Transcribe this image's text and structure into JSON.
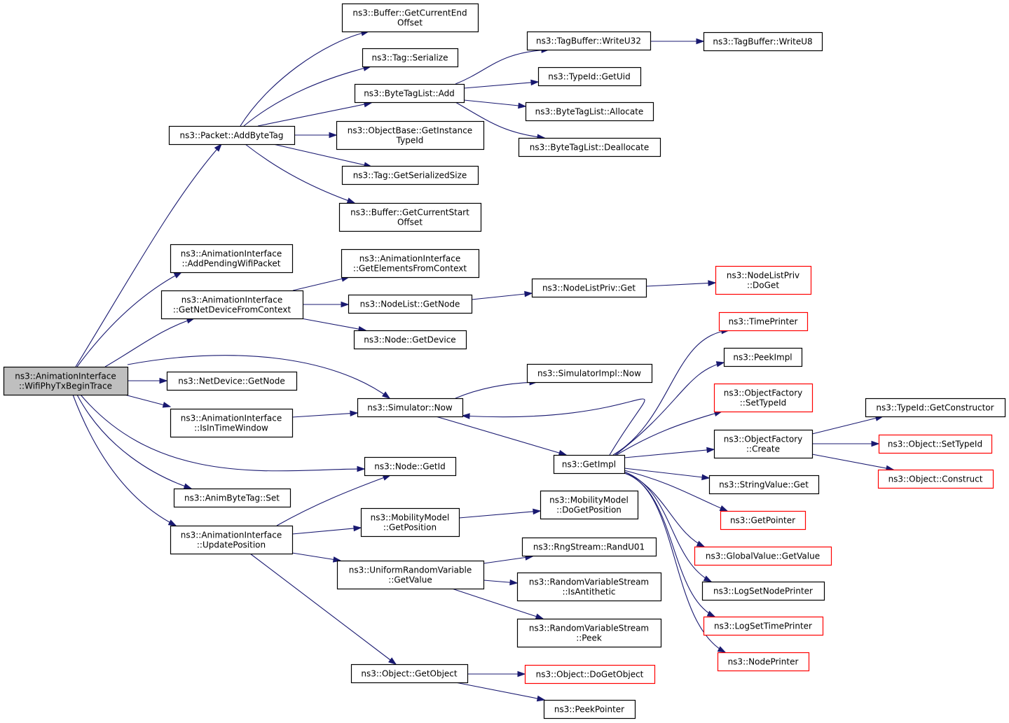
{
  "diagram": {
    "nodes": [
      {
        "id": "root",
        "lines": [
          "ns3::AnimationInterface",
          "::WifiPhyTxBeginTrace"
        ],
        "style": "root"
      },
      {
        "id": "addByteTag",
        "lines": [
          "ns3::Packet::AddByteTag"
        ]
      },
      {
        "id": "addPendingWifi",
        "lines": [
          "ns3::AnimationInterface",
          "::AddPendingWifiPacket"
        ]
      },
      {
        "id": "getNetDevFromCtx",
        "lines": [
          "ns3::AnimationInterface",
          "::GetNetDeviceFromContext"
        ]
      },
      {
        "id": "netDevGetNode",
        "lines": [
          "ns3::NetDevice::GetNode"
        ]
      },
      {
        "id": "isInTimeWindow",
        "lines": [
          "ns3::AnimationInterface",
          "::IsInTimeWindow"
        ]
      },
      {
        "id": "animByteTagSet",
        "lines": [
          "ns3::AnimByteTag::Set"
        ]
      },
      {
        "id": "updatePosition",
        "lines": [
          "ns3::AnimationInterface",
          "::UpdatePosition"
        ]
      },
      {
        "id": "bufGetCurEnd",
        "lines": [
          "ns3::Buffer::GetCurrentEnd",
          "Offset"
        ]
      },
      {
        "id": "tagSerialize",
        "lines": [
          "ns3::Tag::Serialize"
        ]
      },
      {
        "id": "byteTagListAdd",
        "lines": [
          "ns3::ByteTagList::Add"
        ]
      },
      {
        "id": "objBaseGetInstTypeId",
        "lines": [
          "ns3::ObjectBase::GetInstance",
          "TypeId"
        ]
      },
      {
        "id": "tagGetSerSize",
        "lines": [
          "ns3::Tag::GetSerializedSize"
        ]
      },
      {
        "id": "bufGetCurStart",
        "lines": [
          "ns3::Buffer::GetCurrentStart",
          "Offset"
        ]
      },
      {
        "id": "getElemFromCtx",
        "lines": [
          "ns3::AnimationInterface",
          "::GetElementsFromContext"
        ]
      },
      {
        "id": "nodeListGetNode",
        "lines": [
          "ns3::NodeList::GetNode"
        ]
      },
      {
        "id": "nodeGetDevice",
        "lines": [
          "ns3::Node::GetDevice"
        ]
      },
      {
        "id": "simNow",
        "lines": [
          "ns3::Simulator::Now"
        ]
      },
      {
        "id": "nodeGetId",
        "lines": [
          "ns3::Node::GetId"
        ]
      },
      {
        "id": "mobGetPos",
        "lines": [
          "ns3::MobilityModel",
          "::GetPosition"
        ]
      },
      {
        "id": "urvGetValue",
        "lines": [
          "ns3::UniformRandomVariable",
          "::GetValue"
        ]
      },
      {
        "id": "objGetObject",
        "lines": [
          "ns3::Object::GetObject"
        ]
      },
      {
        "id": "tagBufWriteU32",
        "lines": [
          "ns3::TagBuffer::WriteU32"
        ]
      },
      {
        "id": "typeIdGetUid",
        "lines": [
          "ns3::TypeId::GetUid"
        ]
      },
      {
        "id": "btlAllocate",
        "lines": [
          "ns3::ByteTagList::Allocate"
        ]
      },
      {
        "id": "btlDeallocate",
        "lines": [
          "ns3::ByteTagList::Deallocate"
        ]
      },
      {
        "id": "nodeListPrivGet",
        "lines": [
          "ns3::NodeListPriv::Get"
        ]
      },
      {
        "id": "simImplNow",
        "lines": [
          "ns3::SimulatorImpl::Now"
        ]
      },
      {
        "id": "getImpl",
        "lines": [
          "ns3::GetImpl"
        ]
      },
      {
        "id": "mobDoGetPos",
        "lines": [
          "ns3::MobilityModel",
          "::DoGetPosition"
        ]
      },
      {
        "id": "rngRandU01",
        "lines": [
          "ns3::RngStream::RandU01"
        ]
      },
      {
        "id": "rvsIsAntithetic",
        "lines": [
          "ns3::RandomVariableStream",
          "::IsAntithetic"
        ]
      },
      {
        "id": "rvsPeek",
        "lines": [
          "ns3::RandomVariableStream",
          "::Peek"
        ]
      },
      {
        "id": "objDoGetObject",
        "lines": [
          "ns3::Object::DoGetObject"
        ],
        "style": "red"
      },
      {
        "id": "peekPointer",
        "lines": [
          "ns3::PeekPointer"
        ]
      },
      {
        "id": "tagBufWriteU8",
        "lines": [
          "ns3::TagBuffer::WriteU8"
        ]
      },
      {
        "id": "nodeListPrivDoGet",
        "lines": [
          "ns3::NodeListPriv",
          "::DoGet"
        ],
        "style": "red"
      },
      {
        "id": "timePrinter",
        "lines": [
          "ns3::TimePrinter"
        ],
        "style": "red"
      },
      {
        "id": "peekImpl",
        "lines": [
          "ns3::PeekImpl"
        ]
      },
      {
        "id": "objFactSetTypeId",
        "lines": [
          "ns3::ObjectFactory",
          "::SetTypeId"
        ],
        "style": "red"
      },
      {
        "id": "objFactCreate",
        "lines": [
          "ns3::ObjectFactory",
          "::Create"
        ]
      },
      {
        "id": "stringValueGet",
        "lines": [
          "ns3::StringValue::Get"
        ]
      },
      {
        "id": "getPointer",
        "lines": [
          "ns3::GetPointer"
        ],
        "style": "red"
      },
      {
        "id": "globalValGetValue",
        "lines": [
          "ns3::GlobalValue::GetValue"
        ],
        "style": "red"
      },
      {
        "id": "logSetNodePrinter",
        "lines": [
          "ns3::LogSetNodePrinter"
        ]
      },
      {
        "id": "logSetTimePrinter",
        "lines": [
          "ns3::LogSetTimePrinter"
        ],
        "style": "red"
      },
      {
        "id": "nodePrinter",
        "lines": [
          "ns3::NodePrinter"
        ],
        "style": "red"
      },
      {
        "id": "typeIdGetCtor",
        "lines": [
          "ns3::TypeId::GetConstructor"
        ]
      },
      {
        "id": "objSetTypeId",
        "lines": [
          "ns3::Object::SetTypeId"
        ],
        "style": "red"
      },
      {
        "id": "objConstruct",
        "lines": [
          "ns3::Object::Construct"
        ],
        "style": "red"
      }
    ],
    "edges": [
      [
        "root",
        "addByteTag"
      ],
      [
        "root",
        "addPendingWifi"
      ],
      [
        "root",
        "getNetDevFromCtx"
      ],
      [
        "root",
        "netDevGetNode"
      ],
      [
        "root",
        "isInTimeWindow"
      ],
      [
        "root",
        "simNow"
      ],
      [
        "root",
        "nodeGetId"
      ],
      [
        "root",
        "animByteTagSet"
      ],
      [
        "root",
        "updatePosition"
      ],
      [
        "addByteTag",
        "bufGetCurEnd"
      ],
      [
        "addByteTag",
        "tagSerialize"
      ],
      [
        "addByteTag",
        "byteTagListAdd"
      ],
      [
        "addByteTag",
        "objBaseGetInstTypeId"
      ],
      [
        "addByteTag",
        "tagGetSerSize"
      ],
      [
        "addByteTag",
        "bufGetCurStart"
      ],
      [
        "byteTagListAdd",
        "tagBufWriteU32"
      ],
      [
        "byteTagListAdd",
        "typeIdGetUid"
      ],
      [
        "byteTagListAdd",
        "btlAllocate"
      ],
      [
        "byteTagListAdd",
        "btlDeallocate"
      ],
      [
        "tagBufWriteU32",
        "tagBufWriteU8"
      ],
      [
        "getNetDevFromCtx",
        "getElemFromCtx"
      ],
      [
        "getNetDevFromCtx",
        "nodeListGetNode"
      ],
      [
        "getNetDevFromCtx",
        "nodeGetDevice"
      ],
      [
        "nodeListGetNode",
        "nodeListPrivGet"
      ],
      [
        "nodeListPrivGet",
        "nodeListPrivDoGet"
      ],
      [
        "isInTimeWindow",
        "simNow"
      ],
      [
        "simNow",
        "simImplNow"
      ],
      [
        "simNow",
        "getImpl"
      ],
      [
        "getImpl",
        "simNow"
      ],
      [
        "getImpl",
        "timePrinter"
      ],
      [
        "getImpl",
        "peekImpl"
      ],
      [
        "getImpl",
        "objFactSetTypeId"
      ],
      [
        "getImpl",
        "objFactCreate"
      ],
      [
        "getImpl",
        "stringValueGet"
      ],
      [
        "getImpl",
        "getPointer"
      ],
      [
        "getImpl",
        "globalValGetValue"
      ],
      [
        "getImpl",
        "logSetNodePrinter"
      ],
      [
        "getImpl",
        "logSetTimePrinter"
      ],
      [
        "getImpl",
        "nodePrinter"
      ],
      [
        "objFactCreate",
        "typeIdGetCtor"
      ],
      [
        "objFactCreate",
        "objSetTypeId"
      ],
      [
        "objFactCreate",
        "objConstruct"
      ],
      [
        "updatePosition",
        "nodeGetId"
      ],
      [
        "updatePosition",
        "mobGetPos"
      ],
      [
        "updatePosition",
        "urvGetValue"
      ],
      [
        "updatePosition",
        "objGetObject"
      ],
      [
        "mobGetPos",
        "mobDoGetPos"
      ],
      [
        "urvGetValue",
        "rngRandU01"
      ],
      [
        "urvGetValue",
        "rvsIsAntithetic"
      ],
      [
        "urvGetValue",
        "rvsPeek"
      ],
      [
        "objGetObject",
        "objDoGetObject"
      ],
      [
        "objGetObject",
        "peekPointer"
      ]
    ],
    "colors": {
      "edge": "#191970",
      "root_fill": "#bfbfbf",
      "missing_border": "#ff0000",
      "border": "#000000"
    }
  }
}
